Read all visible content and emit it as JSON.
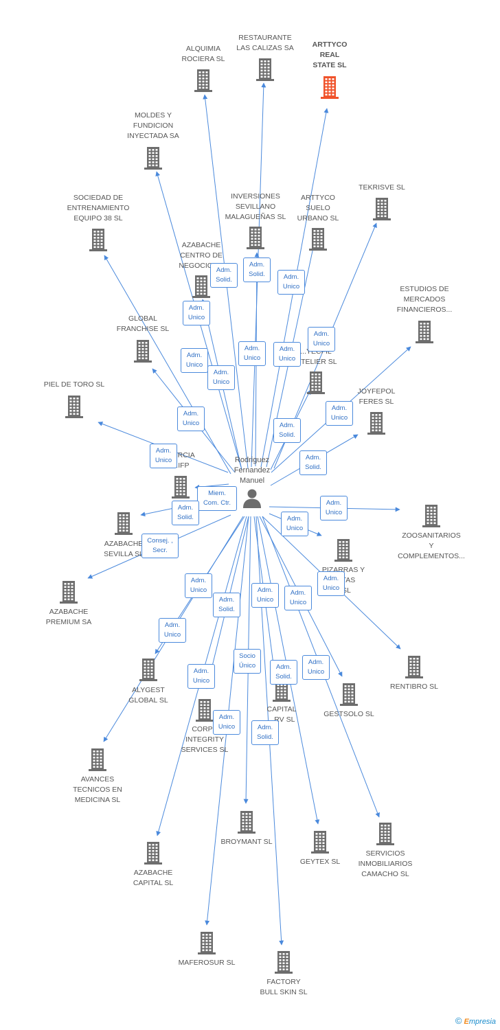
{
  "person": {
    "name": "Rodriguez\nFernandez\nManuel",
    "icon": "person-icon"
  },
  "colors": {
    "edge": "#4a89dc",
    "building": "#6d6d6d",
    "highlight": "#f0532b",
    "label_text": "#2f6fc4"
  },
  "companies": [
    {
      "id": "c1",
      "name": "ALQUIMIA\nROCIERA SL"
    },
    {
      "id": "c2",
      "name": "RESTAURANTE\nLAS CALIZAS SA"
    },
    {
      "id": "c3",
      "name": "ARTTYCO\nREAL\nSTATE SL",
      "highlight": true
    },
    {
      "id": "c4",
      "name": "MOLDES Y\nFUNDICION\nINYECTADA SA"
    },
    {
      "id": "c5",
      "name": "SOCIEDAD DE\nENTRENAMIENTO\nEQUIPO 38 SL"
    },
    {
      "id": "c6",
      "name": "INVERSIONES\nSEVILLANO\nMALAGUEÑAS SL"
    },
    {
      "id": "c7",
      "name": "ARTTYCO\nSUELO\nURBANO SL"
    },
    {
      "id": "c8",
      "name": "TEKRISVE SL"
    },
    {
      "id": "c9",
      "name": "AZABACHE\nCENTRO DE\nNEGOCIOS..."
    },
    {
      "id": "c10",
      "name": "ESTUDIOS DE\nMERCADOS\nFINANCIEROS..."
    },
    {
      "id": "c11",
      "name": "GLOBAL\nFRANCHISE SL"
    },
    {
      "id": "c12",
      "name": "...YECFIL\n...TELIER SL"
    },
    {
      "id": "c13",
      "name": "JOYFEPOL\nFERES SL"
    },
    {
      "id": "c14",
      "name": "PIEL DE TORO SL"
    },
    {
      "id": "c15",
      "name": "...URCIA\n...IFP"
    },
    {
      "id": "c16",
      "name": "AZABACHE\nSEVILLA SL"
    },
    {
      "id": "c17",
      "name": "ZOOSANITARIOS\nY\nCOMPLEMENTOS..."
    },
    {
      "id": "c18",
      "name": "PIZARRAS Y\n...ATAS\n...SL"
    },
    {
      "id": "c19",
      "name": "AZABACHE\nPREMIUM SA"
    },
    {
      "id": "c20",
      "name": "ALYGEST\nGLOBAL SL"
    },
    {
      "id": "c21",
      "name": "RENTIBRO SL"
    },
    {
      "id": "c22",
      "name": "CAPITAL\n...RV SL"
    },
    {
      "id": "c23",
      "name": "GESTSOLO SL"
    },
    {
      "id": "c24",
      "name": "CORPS\nINTEGRITY\nSERVICES SL"
    },
    {
      "id": "c25",
      "name": "AVANCES\nTECNICOS EN\nMEDICINA SL"
    },
    {
      "id": "c26",
      "name": "BROYMANT SL"
    },
    {
      "id": "c27",
      "name": "GEYTEX SL"
    },
    {
      "id": "c28",
      "name": "SERVICIOS\nINMOBILIARIOS\nCAMACHO SL"
    },
    {
      "id": "c29",
      "name": "AZABACHE\nCAPITAL SL"
    },
    {
      "id": "c30",
      "name": "MAFEROSUR SL"
    },
    {
      "id": "c31",
      "name": "FACTORY\nBULL SKIN SL"
    }
  ],
  "edge_labels": [
    "Adm.\nSolid.",
    "Adm.\nSolid.",
    "Adm.\nUnico",
    "Adm.\nUnico",
    "Adm.\nUnico",
    "Adm.\nUnico",
    "Adm.\nUnico",
    "Adm.\nUnico",
    "Adm.\nUnico",
    "Adm.\nUnico",
    "Adm.\nUnico",
    "Adm.\nSolid.",
    "Adm.\nSolid.",
    "Adm.\nUnico",
    "Miem.\nCom. Ctr.",
    "Adm.\nSolid.",
    "Adm.\nUnico",
    "Adm.\nUnico",
    "Consej. ,\nSecr.",
    "Adm.\nUnico",
    "Adm.\nUnico",
    "Adm.\nUnico",
    "Adm.\nSolid.",
    "Adm.\nUnico",
    "Adm.\nUnico",
    "Socio\nÚnico",
    "Adm.\nUnico",
    "Adm.\nSolid.",
    "Adm.\nUnico",
    "Adm.\nUnico",
    "Adm.\nSolid."
  ],
  "footer": {
    "copyright": "©",
    "brand_e": "E",
    "brand_rest": "mpresia"
  }
}
